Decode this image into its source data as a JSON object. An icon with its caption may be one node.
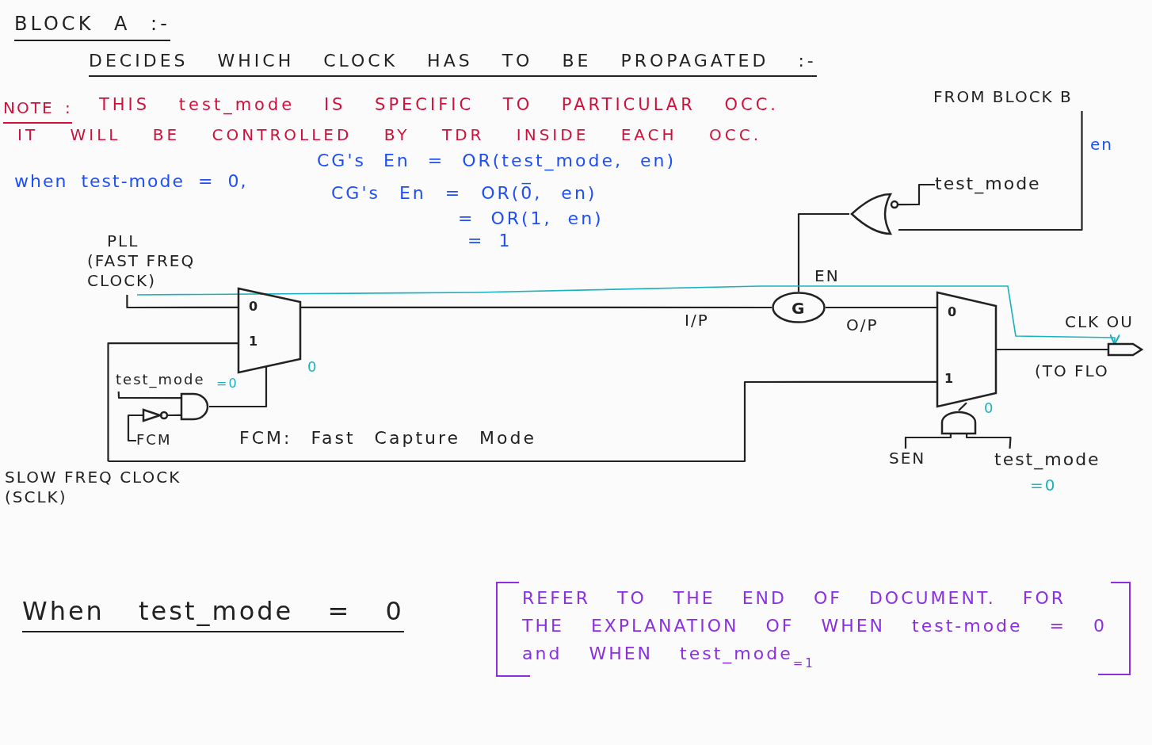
{
  "diagram": {
    "nodes": [
      {
        "text": [
          "PLL",
          "(FAST FREQ CLOCK)"
        ]
      },
      {
        "text": [
          "SLOW FREQ CLOCK (SCLK)"
        ]
      },
      {
        "text": [
          "0",
          "1"
        ],
        "beside": [
          "0"
        ]
      },
      {
        "text": [],
        "shape": "gate"
      },
      {
        "text": [
          "test_mode"
        ]
      },
      {
        "text": [
          "FCM"
        ]
      },
      {
        "text": [],
        "shape": "triangle"
      },
      {
        "text": [
          "G"
        ]
      },
      {
        "text": [],
        "shape": "gate"
      },
      {
        "text": [
          "test_mode"
        ]
      },
      {
        "text": [
          "FROM BLOCK B"
        ]
      },
      {
        "text": [
          "0",
          "1"
        ],
        "beside": [
          "0"
        ]
      },
      {
        "text": [],
        "shape": "gate"
      },
      {
        "text": [
          "SEN"
        ]
      },
      {
        "text": [
          "test_mode"
        ],
        "beside": [
          "=0"
        ]
      },
      {
        "text": [],
        "shape": "pentagon",
        "beside": [
          "CLK OU",
          "(TO FLO"
        ]
      },
      {
        "text": [
          "REFER TO THE END OF DOCUMENT. FOR THE EXPLANATION OF WHEN test-mode = 0 and WHEN test_mode$_{=1}$"
        ]
      }
    ],
    "edges": [
      {
        "from": 0,
        "to": 2,
        "arrow": "none"
      },
      {
        "from": 1,
        "to": 2,
        "arrow": "none"
      },
      {
        "from": 1,
        "to": 11,
        "arrow": "none"
      },
      {
        "from": 4,
        "to": 3,
        "arrow": "none"
      },
      {
        "from": 5,
        "to": 6,
        "arrow": "none"
      },
      {
        "from": 6,
        "to": 3,
        "arrow": "none"
      },
      {
        "from": 3,
        "to": 2,
        "arrow": "none"
      },
      {
        "from": 2,
        "to": 7,
        "arrow": "none",
        "label": "I/P"
      },
      {
        "from": 7,
        "to": 11,
        "arrow": "none",
        "label": "O/P"
      },
      {
        "from": 8,
        "to": 7,
        "arrow": "none",
        "label": "EN"
      },
      {
        "from": 9,
        "to": 8,
        "arrow": "none"
      },
      {
        "from": 10,
        "to": 8,
        "arrow": "none",
        "label": "en"
      },
      {
        "from": 13,
        "to": 12,
        "arrow": "none"
      },
      {
        "from": 14,
        "to": 12,
        "arrow": "none"
      },
      {
        "from": 12,
        "to": 11,
        "arrow": "none"
      },
      {
        "from": 11,
        "to": 15,
        "arrow": "none"
      },
      {
        "from": 0,
        "to": 15,
        "arrow": "to",
        "color": "#1ab2c0"
      }
    ],
    "labels": [
      "BLOCK A :-",
      "DECIDES WHICH CLOCK HAS TO BE PROPAGATED :-",
      "NOTE :",
      "THIS test_mode IS SPECIFIC TO PARTICULAR OCC.",
      "IT WILL BE CONTROLLED BY TDR INSIDE EACH OCC.",
      "CG's En = OR(test_mode, en)",
      "when test-mode = 0,",
      "CG's En = OR(0̅, en)",
      "= OR(1, en)",
      "= 1",
      "FCM: Fast Capture Mode",
      "When test_mode = 0",
      "=0"
    ]
  }
}
